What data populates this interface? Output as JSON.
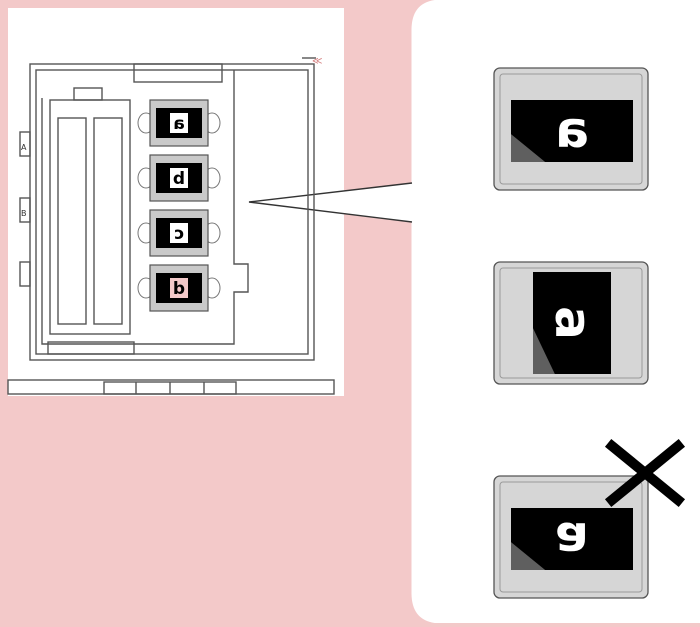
{
  "colors": {
    "background": "#f3c9c9",
    "panel": "#ffffff",
    "line": "#555555",
    "slide_frame": "#c9c9c9",
    "slide_window": "#000000",
    "cross": "#000000"
  },
  "holder": {
    "corner_mark": "≪",
    "side_markers": [
      "A",
      "B"
    ],
    "slots": [
      {
        "letter": "a",
        "flip": "mirror",
        "highlight": false
      },
      {
        "letter": "d",
        "flip": "none",
        "highlight": false
      },
      {
        "letter": "c",
        "flip": "mirror",
        "highlight": false
      },
      {
        "letter": "b",
        "flip": "none",
        "highlight": true
      }
    ]
  },
  "examples": [
    {
      "letter": "a",
      "flip": "mirror",
      "status": "correct",
      "cross_icon": false
    },
    {
      "letter": "a",
      "flip": "rotate-cw",
      "status": "correct",
      "cross_icon": false
    },
    {
      "letter": "a",
      "flip": "upside-down",
      "status": "incorrect",
      "cross_icon": true
    }
  ]
}
